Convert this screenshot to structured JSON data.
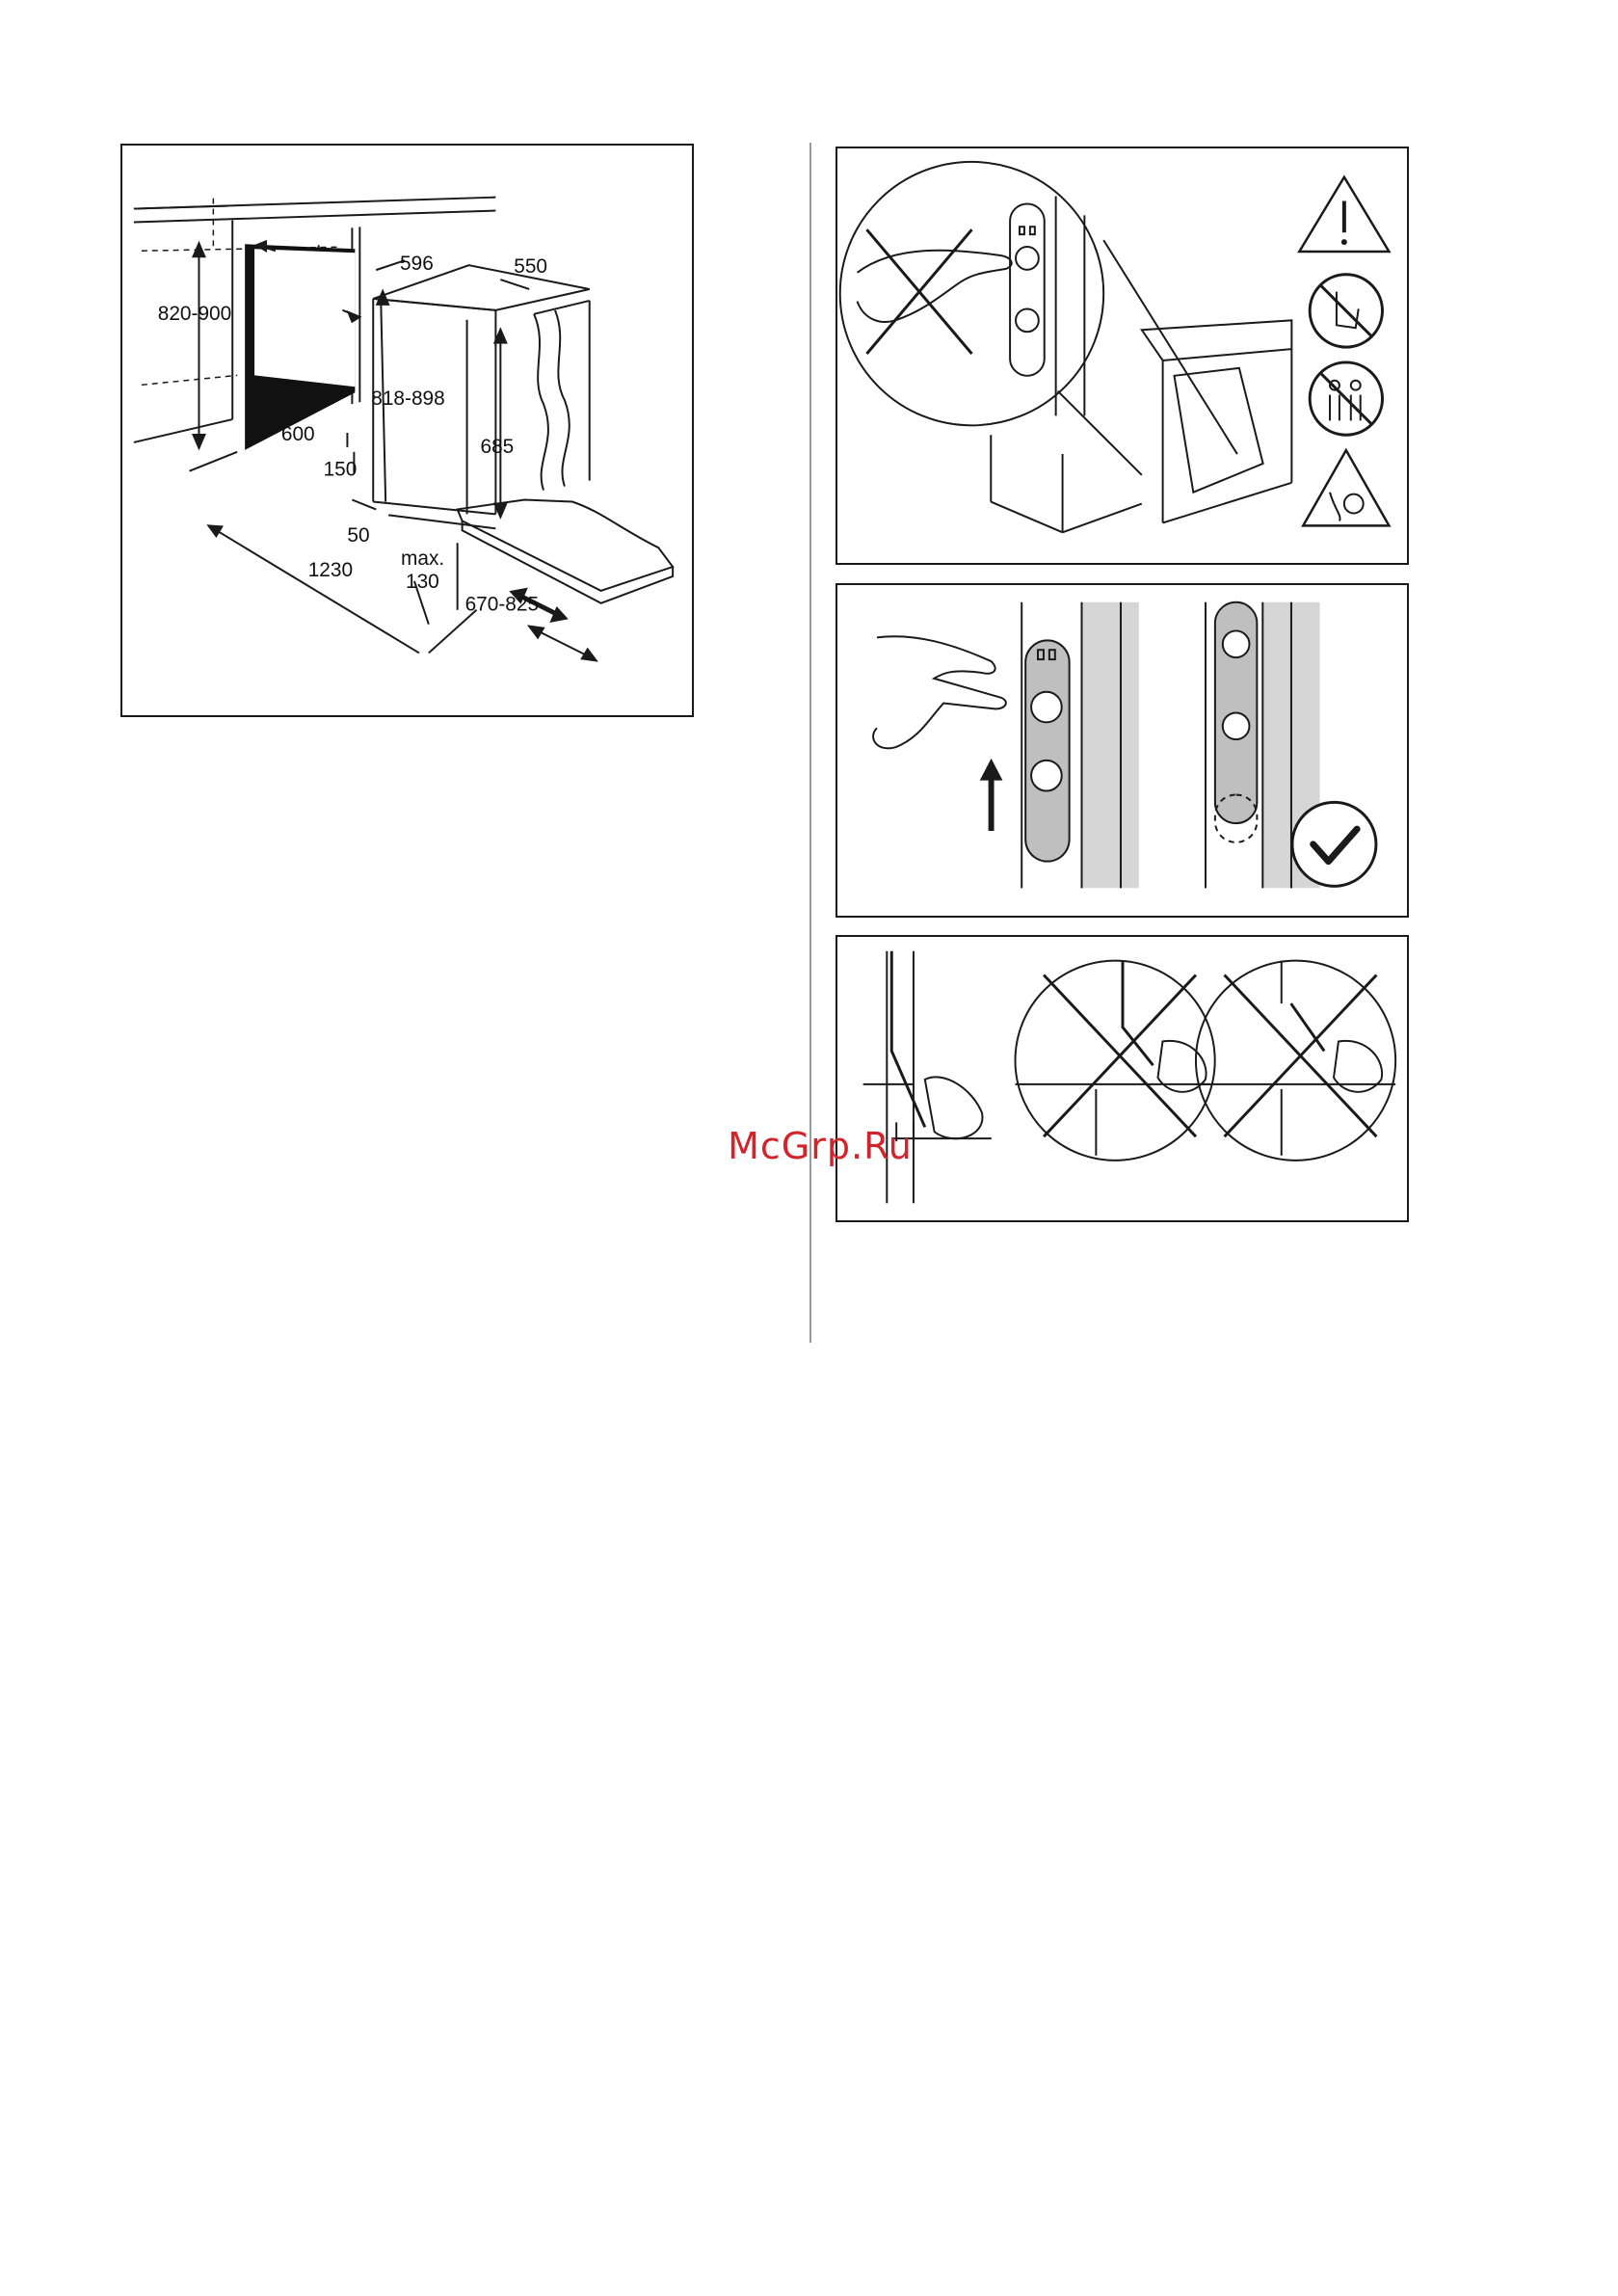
{
  "dimensions": {
    "d820_900": "820-900",
    "d596": "596",
    "d550": "550",
    "d818_898": "818-898",
    "d600": "600",
    "d685": "685",
    "d150": "150",
    "d50": "50",
    "d1230": "1230",
    "dmax": "max.",
    "d130": "130",
    "d670_825": "670-825"
  },
  "icons": {
    "warning": "warning-triangle-icon",
    "no_touch": "no-touch-hand-icon",
    "no_children": "no-children-icon",
    "pinch_hazard": "pinch-hazard-icon",
    "check": "check-icon"
  },
  "watermark": "McGrp.Ru",
  "colors": {
    "line": "#1a1a1a",
    "panel_gray": "#bfbfbf",
    "fill_dark": "#111111",
    "watermark": "#d2242a"
  }
}
